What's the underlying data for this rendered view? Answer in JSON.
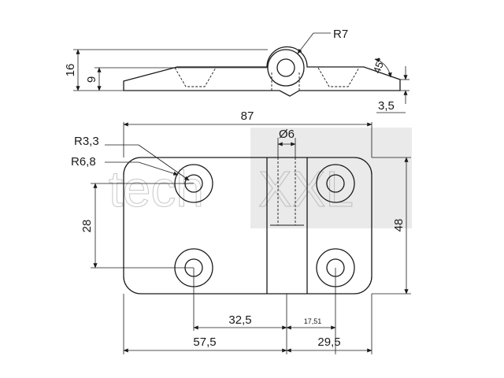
{
  "dimensions": {
    "r7": "R7",
    "h16": "16",
    "h9": "9",
    "angle45": "45°",
    "t3_5": "3,5",
    "w87": "87",
    "d6": "Ø6",
    "r3_3": "R3,3",
    "r6_8": "R6,8",
    "v28": "28",
    "v48": "48",
    "w32_5": "32,5",
    "w17_51": "17,51",
    "w57_5": "57,5",
    "w29_5": "29,5"
  },
  "watermark": {
    "text_left": "tech",
    "text_right": "XXL",
    "box_color": "#d8d8d8"
  }
}
